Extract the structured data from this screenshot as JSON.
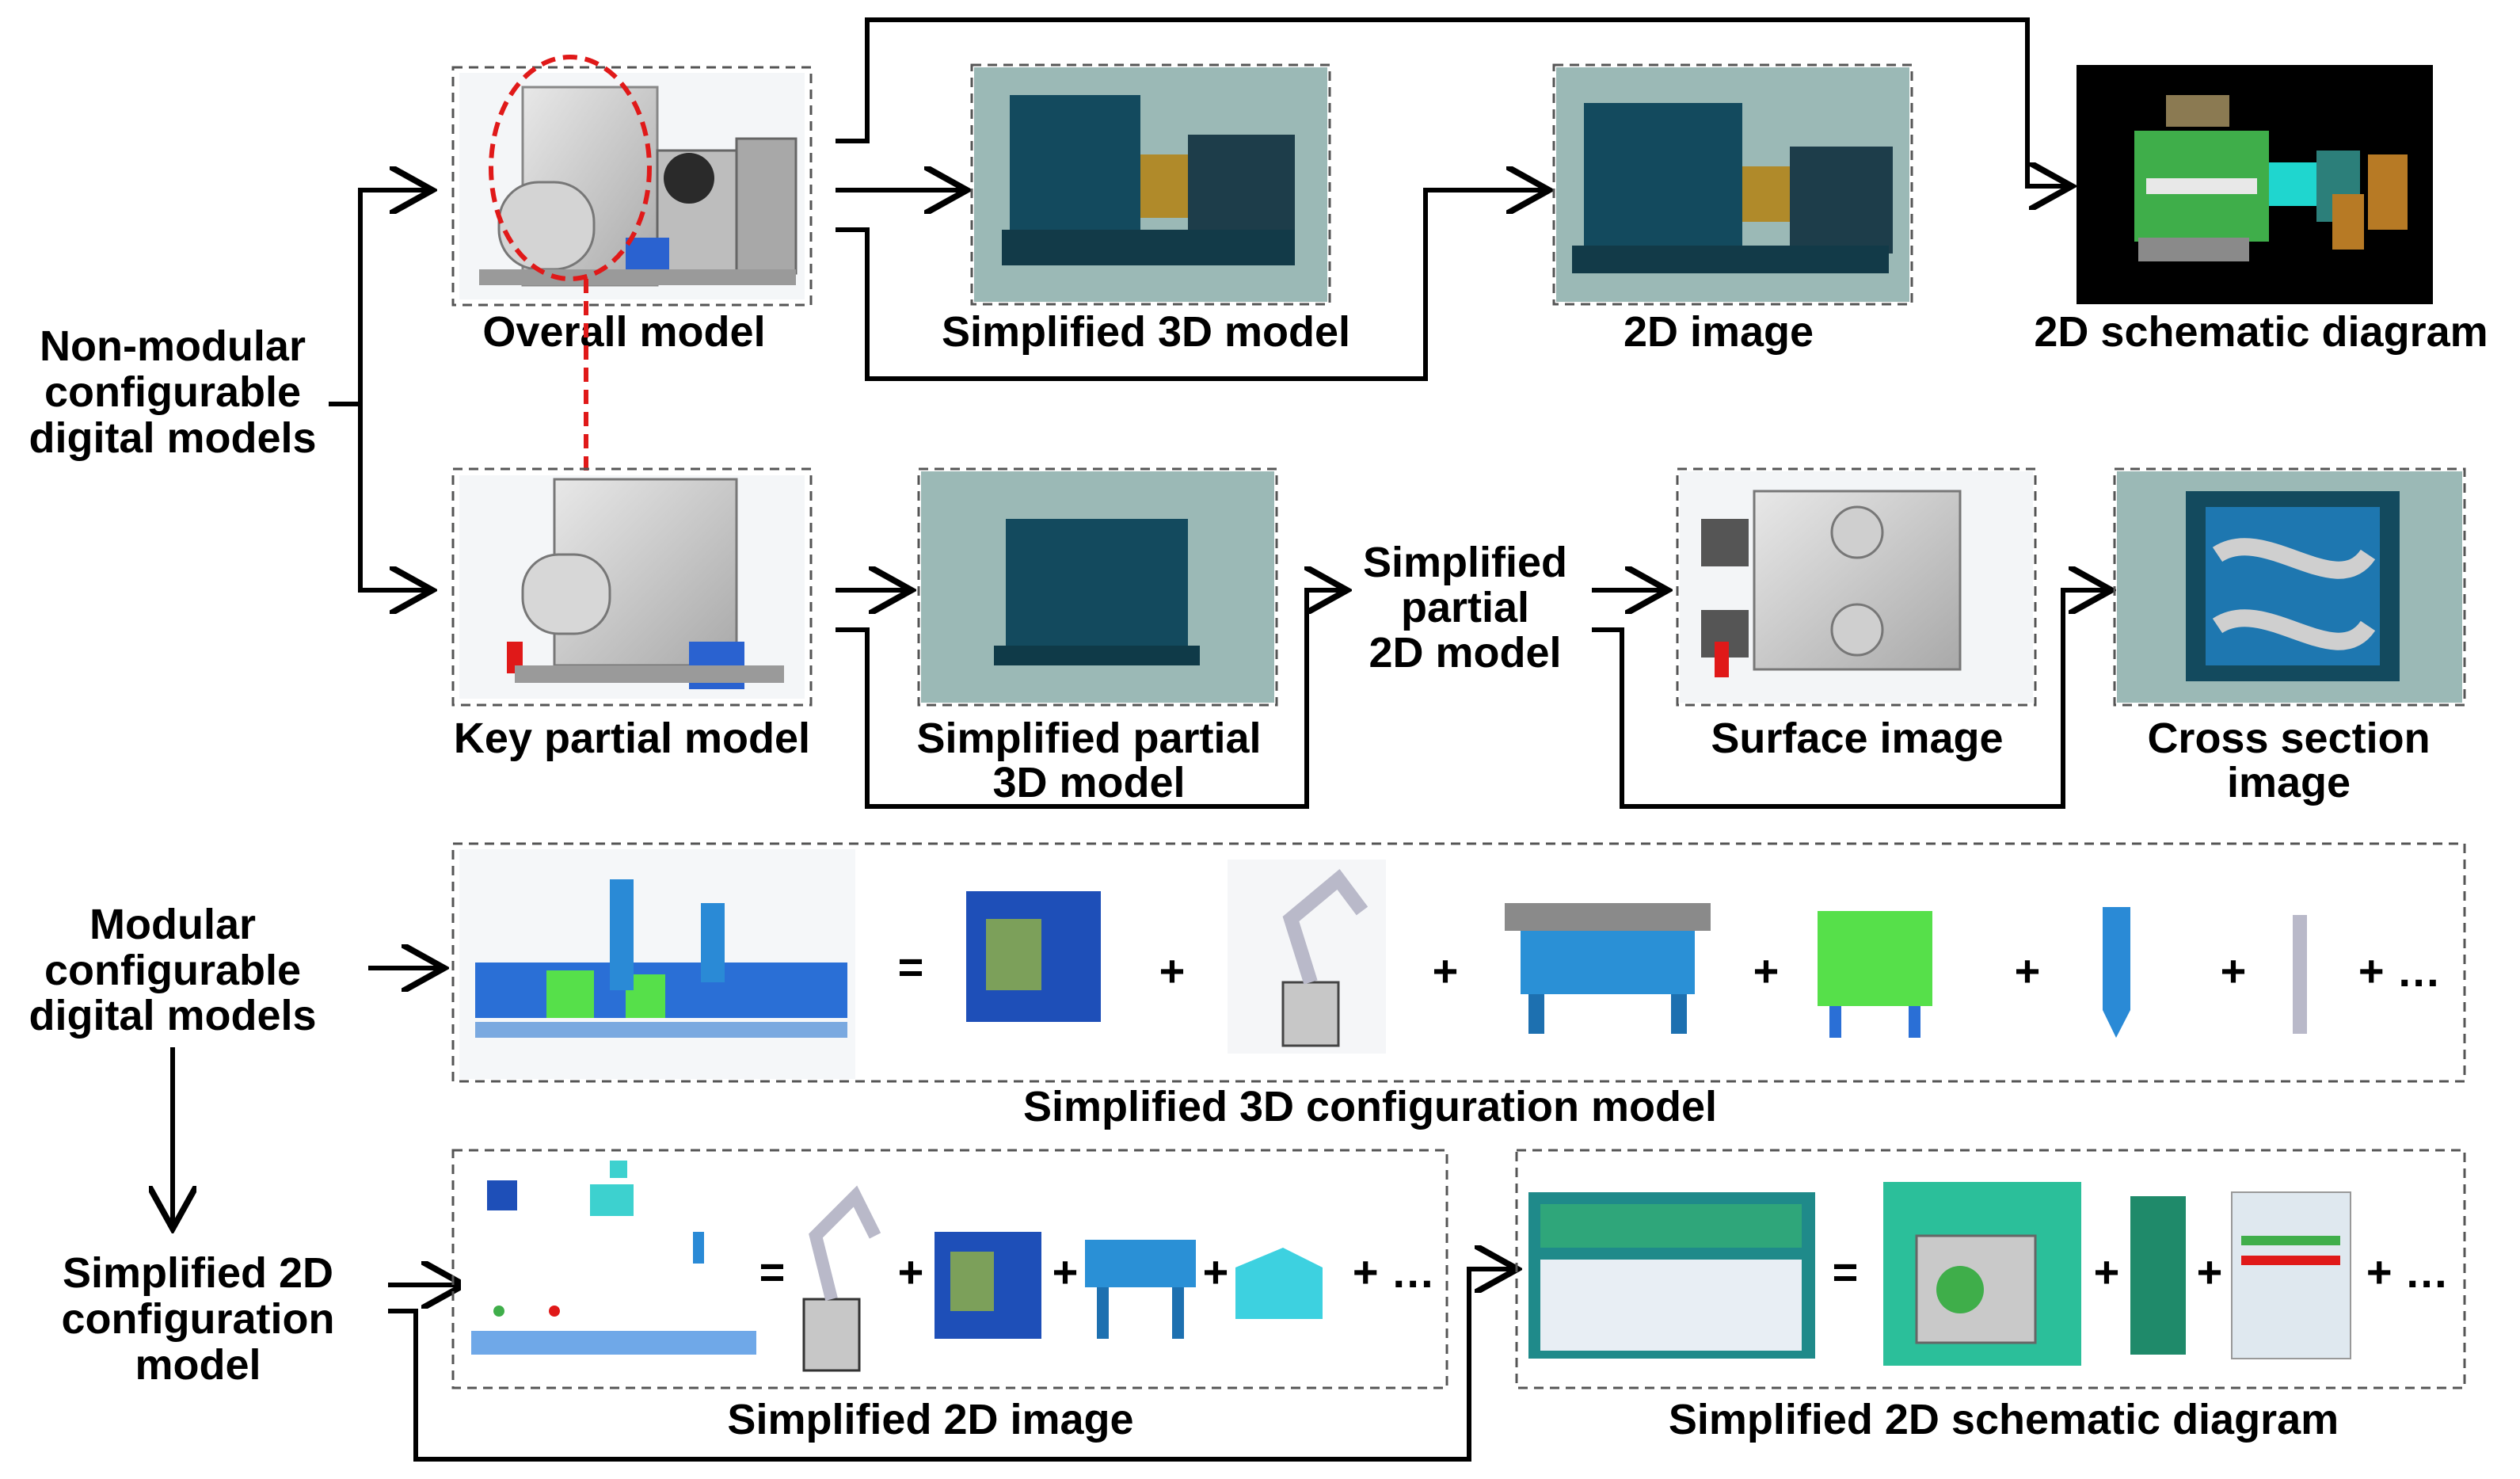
{
  "labels": {
    "non_modular_1": "Non-modular",
    "non_modular_2": "configurable",
    "non_modular_3": "digital models",
    "modular_1": "Modular",
    "modular_2": "configurable",
    "modular_3": "digital models",
    "s2d_config_1": "Simplified 2D",
    "s2d_config_2": "configuration",
    "s2d_config_3": "model",
    "overall_model": "Overall model",
    "simplified_3d_model": "Simplified 3D model",
    "image_2d": "2D image",
    "schematic_2d": "2D schematic diagram",
    "key_partial_model": "Key partial model",
    "simplified_partial_3d_1": "Simplified partial",
    "simplified_partial_3d_2": "3D model",
    "simplified_partial_2d_1": "Simplified",
    "simplified_partial_2d_2": "partial",
    "simplified_partial_2d_3": "2D model",
    "surface_image": "Surface image",
    "cross_section_1": "Cross section",
    "cross_section_2": "image",
    "simplified_3d_config": "Simplified 3D configuration model",
    "simplified_2d_image": "Simplified 2D image",
    "simplified_2d_schematic": "Simplified 2D schematic diagram"
  },
  "operators": {
    "equals": "=",
    "plus": "+",
    "ellipsis": "+ …"
  },
  "colors": {
    "teal_bg": "#9bb9b6",
    "dark_teal": "#134a5e",
    "machine_gray": "#c9c9c9",
    "blue_module": "#1e4fb8",
    "green_module": "#56e04a",
    "highlight_red": "#e01919"
  }
}
